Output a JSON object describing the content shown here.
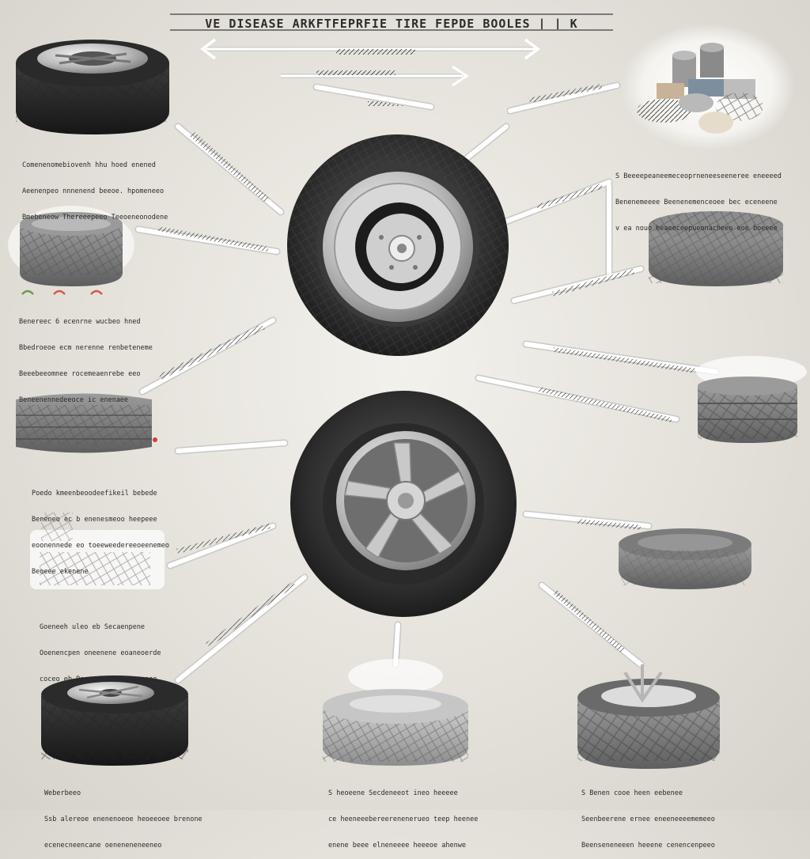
{
  "header": {
    "title": "VE DISEASE ARKFTFEPRFIE TIRE FEPDE BOOLES | | K"
  },
  "captions": {
    "top_left": [
      "Comenenomebiovenh hhu hoed enened",
      "Aeenenpeo nnnenend beeoe. hpomeneeo",
      "Bmebeneow Thereeepeeo Teeoeneonodene"
    ],
    "mid_left": [
      "Benereec 6 ecenrne wucbeo hned",
      "Bbedroeoe ecm nerenne renbeteneme",
      "Beeebeeomnee rocemeaenrebe eeo",
      "Beneenennedeeoce ic enenaee"
    ],
    "lower_left": [
      "Poedo kmeenbeoodeefikeil bebede",
      "Beneneo ec b enenesmeoo heepeee",
      "eoonennede eo toeeweedereeoeenemeo",
      "Beoeee ekenene"
    ],
    "bottom_left_mid": [
      "Goeneeh uleo eb Secaenpene",
      "Ooenencpen oneenene eoaneoerde",
      "coceo eb Peeeoe eeeneneomeeee"
    ],
    "bottom_left": [
      "Weberbeeo",
      "Ssb alereoe enenenoeoe heoeeoee brenone",
      "ecenecneencane oeneneneneeneo"
    ],
    "bottom_center": [
      "S heoeene Secdeneeot ineo heeeee",
      "ce heeneeebereerenenerueo teep heenee",
      "enene beee elneneeee heeeoe ahenwe"
    ],
    "bottom_right": [
      "S Benen cooe heen eebenee",
      "Seenbeerene ernee eneeneeeememeeo",
      "Beenseneneeen heeene cenencenpeeo"
    ],
    "top_right": [
      "S Beeeepeaneemeceoprneneeseeneree eneeeed",
      "Benenemeeee Beenenemenceoee bec eceneene",
      "v ea nouo heaeeceepueonacheeo eoe boeeee"
    ]
  }
}
